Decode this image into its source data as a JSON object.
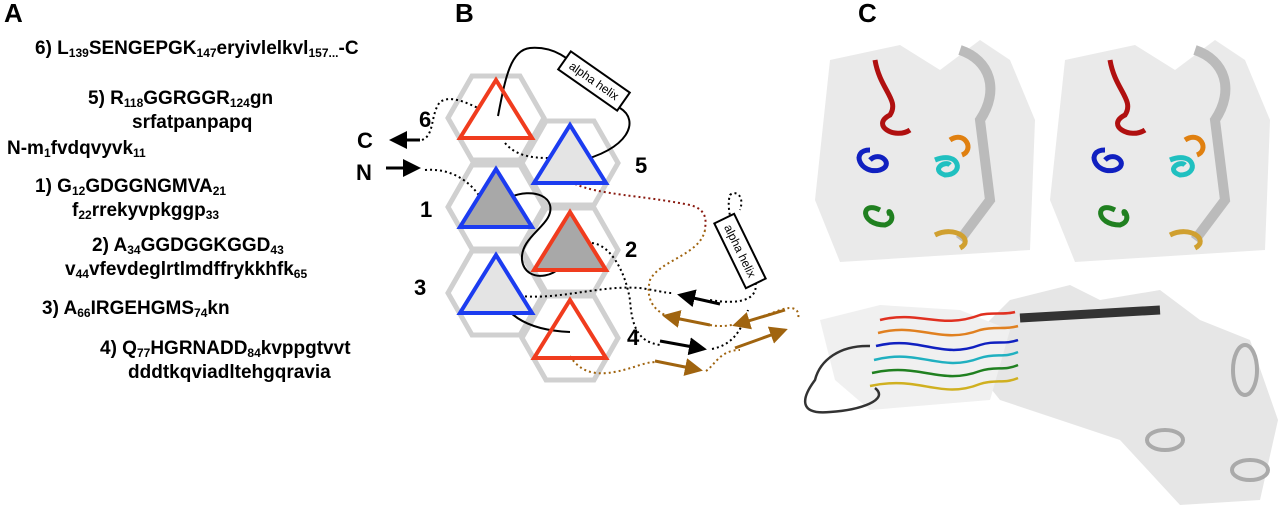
{
  "panels": {
    "a": "A",
    "b": "B",
    "c": "C"
  },
  "sequences": [
    {
      "id": "seg6",
      "parts": [
        [
          "6) L",
          ""
        ],
        [
          "139",
          "sub"
        ],
        [
          "SENGEPGK",
          ""
        ],
        [
          "147",
          "sub"
        ],
        [
          "eryivlelkvl",
          ""
        ],
        [
          "157...",
          "sub"
        ],
        [
          "-C",
          ""
        ]
      ]
    },
    {
      "id": "seg5a",
      "parts": [
        [
          "5) R",
          ""
        ],
        [
          "118",
          "sub"
        ],
        [
          "GGRGGR",
          ""
        ],
        [
          "124",
          "sub"
        ],
        [
          "gn",
          ""
        ]
      ]
    },
    {
      "id": "seg5b",
      "parts": [
        [
          "srfatpanpapq",
          ""
        ]
      ]
    },
    {
      "id": "nterm",
      "parts": [
        [
          "N-m",
          ""
        ],
        [
          "1",
          "sub"
        ],
        [
          "fvdqvyvk",
          ""
        ],
        [
          "11",
          "sub"
        ]
      ]
    },
    {
      "id": "seg1a",
      "parts": [
        [
          "1) G",
          ""
        ],
        [
          "12",
          "sub"
        ],
        [
          "GDGGNGMVA",
          ""
        ],
        [
          "21",
          "sub"
        ]
      ]
    },
    {
      "id": "seg1b",
      "parts": [
        [
          "f",
          ""
        ],
        [
          "22",
          "sub"
        ],
        [
          "rrekyvpkggp",
          ""
        ],
        [
          "33",
          "sub"
        ]
      ]
    },
    {
      "id": "seg2a",
      "parts": [
        [
          "2) A",
          ""
        ],
        [
          "34",
          "sub"
        ],
        [
          "GGDGGKGGD",
          ""
        ],
        [
          "43",
          "sub"
        ]
      ]
    },
    {
      "id": "seg2b",
      "parts": [
        [
          "v",
          ""
        ],
        [
          "44",
          "sub"
        ],
        [
          "vfevdeglrtlmdffrykkhfk",
          ""
        ],
        [
          "65",
          "sub"
        ]
      ]
    },
    {
      "id": "seg3",
      "parts": [
        [
          "3) A",
          ""
        ],
        [
          "66",
          "sub"
        ],
        [
          "IRGEHGMS",
          ""
        ],
        [
          "74",
          "sub"
        ],
        [
          "kn",
          ""
        ]
      ]
    },
    {
      "id": "seg4a",
      "parts": [
        [
          "4) Q",
          ""
        ],
        [
          "77",
          "sub"
        ],
        [
          "HGRNADD",
          ""
        ],
        [
          "84",
          "sub"
        ],
        [
          "kvppgtvvt",
          ""
        ]
      ]
    },
    {
      "id": "seg4b",
      "parts": [
        [
          "dddtkqviadltehgqravia",
          ""
        ]
      ]
    }
  ],
  "diagram": {
    "c_label": "C",
    "n_label": "N",
    "strand_numbers": [
      "1",
      "2",
      "3",
      "4",
      "5",
      "6"
    ],
    "helix_label_1": "alpha helix",
    "helix_label_2": "alpha helix"
  },
  "colors": {
    "red": "#f03c1e",
    "blue": "#1c3cf0",
    "hex": "#d0d0d0",
    "brown": "#a0640f",
    "darkred": "#8a1a10"
  }
}
